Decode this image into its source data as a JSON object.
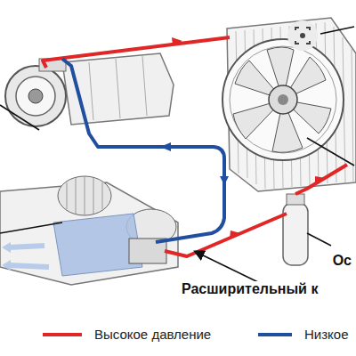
{
  "diagram": {
    "labels": [
      "Ос",
      "Расширительный к"
    ],
    "legend": [
      {
        "text": "Высокое давление",
        "color": "#e02626"
      },
      {
        "text": "Низкое",
        "color": "#1f4f9e"
      }
    ]
  }
}
